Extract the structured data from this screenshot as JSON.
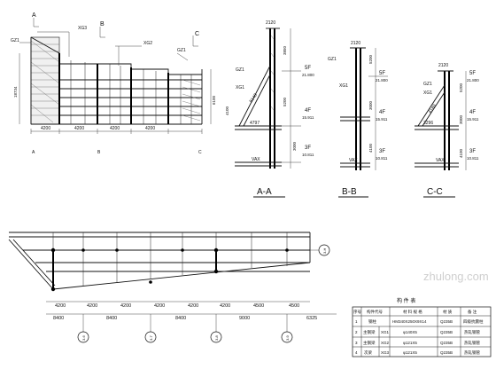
{
  "elevation": {
    "marks": {
      "a": "A",
      "b": "B",
      "c": "C"
    },
    "labels": {
      "xg3": "XG3",
      "xg2": "XG2",
      "gz1_left": "GZ1",
      "gz1_right": "GZ1"
    },
    "dims_bottom": [
      "4200",
      "4200",
      "4200",
      "4200"
    ],
    "dim_left": "18734",
    "dim_right": "6100",
    "axis_bottom": {
      "a": "A",
      "b": "B",
      "c": "C"
    }
  },
  "section_aa": {
    "title": "A-A",
    "top": "2120",
    "labels": {
      "gz1": "GZ1",
      "xg1": "XG1",
      "vax": "VAX"
    },
    "diag": "5148",
    "width": "4797",
    "heights": [
      "3850",
      "5200",
      "3000",
      "4100"
    ],
    "floors": [
      {
        "name": "5F",
        "level": "21.800"
      },
      {
        "name": "4F",
        "level": "15.911"
      },
      {
        "name": "3F",
        "level": "10.811"
      }
    ]
  },
  "section_bb": {
    "title": "B-B",
    "top": "2120",
    "labels": {
      "gz1": "GZ1",
      "xg1": "XG1",
      "vax": "VAX"
    },
    "heights": [
      "5200",
      "3000",
      "4100"
    ],
    "floors": [
      {
        "name": "5F",
        "level": "21.800"
      },
      {
        "name": "4F",
        "level": "15.911"
      },
      {
        "name": "3F",
        "level": "10.811"
      }
    ]
  },
  "section_cc": {
    "title": "C-C",
    "top": "2120",
    "labels": {
      "gz1": "GZ1",
      "xg1": "XG1",
      "vax": "VAX"
    },
    "diag": "4188",
    "width": "3296",
    "heights": [
      "5200",
      "3000",
      "4100"
    ],
    "floors": [
      {
        "name": "5F",
        "level": "21.800"
      },
      {
        "name": "4F",
        "level": "15.911"
      },
      {
        "name": "3F",
        "level": "10.811"
      }
    ]
  },
  "plan": {
    "axis_label": "3-H",
    "dims_row1": [
      "4200",
      "4200",
      "4200",
      "4200",
      "4200",
      "4200",
      "4500",
      "4500"
    ],
    "dims_row2": [
      "8400",
      "8400",
      "8400",
      "9000",
      "6325"
    ],
    "grid_labels": [
      "3-6",
      "3-7",
      "3-8",
      "3-9"
    ]
  },
  "schedule": {
    "title": "构 件 表",
    "headers": [
      "序号",
      "构件代号",
      "材 料 规 格",
      "材 质",
      "备 注"
    ],
    "rows": [
      [
        "1",
        "钢柱",
        "HM340X250X9X14",
        "Q235B",
        "四级抗震柱"
      ],
      [
        "2",
        "主钢梁",
        "XG1",
        "φ140X5",
        "Q235B",
        "热轧钢管"
      ],
      [
        "3",
        "主钢梁",
        "XG2",
        "φ121X5",
        "Q235B",
        "热轧钢管"
      ],
      [
        "4",
        "次梁",
        "XG3",
        "φ121X5",
        "Q235B",
        "热轧钢管"
      ]
    ]
  },
  "watermark": "zhulong.com"
}
